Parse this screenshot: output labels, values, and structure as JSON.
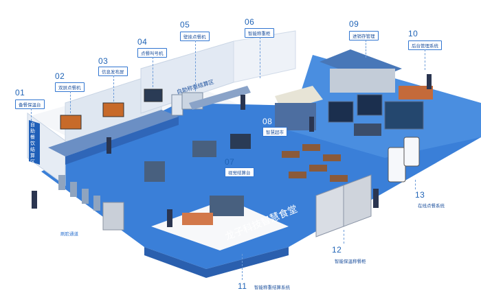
{
  "callouts": [
    {
      "id": "01",
      "label": "备餐保温台"
    },
    {
      "id": "02",
      "label": "双屏点餐机"
    },
    {
      "id": "03",
      "label": "信息发布屏"
    },
    {
      "id": "04",
      "label": "点餐叫号机"
    },
    {
      "id": "05",
      "label": "壁挂点餐机"
    },
    {
      "id": "06",
      "label": "智能称重柜"
    },
    {
      "id": "07",
      "label": "视觉结算台"
    },
    {
      "id": "08",
      "label": "智慧超市"
    },
    {
      "id": "09",
      "label": "进销存管理"
    },
    {
      "id": "10",
      "label": "后台管理系统"
    },
    {
      "id": "11",
      "label": "智能称重结算系统"
    },
    {
      "id": "12",
      "label": "智能保温称餐柜"
    },
    {
      "id": "13",
      "label": "在线点餐系统"
    }
  ],
  "entrance_label": "刷脸通道",
  "floor_title": "龙子科技智慧食堂",
  "wall_sign_zone": "自助称重结算区",
  "wall_sign_left": "自助餐饮结算区",
  "colors": {
    "floor": "#3a7fd8",
    "floor_dark": "#2a5fae",
    "wall": "#e9eef5",
    "accent": "#1f63b6"
  }
}
